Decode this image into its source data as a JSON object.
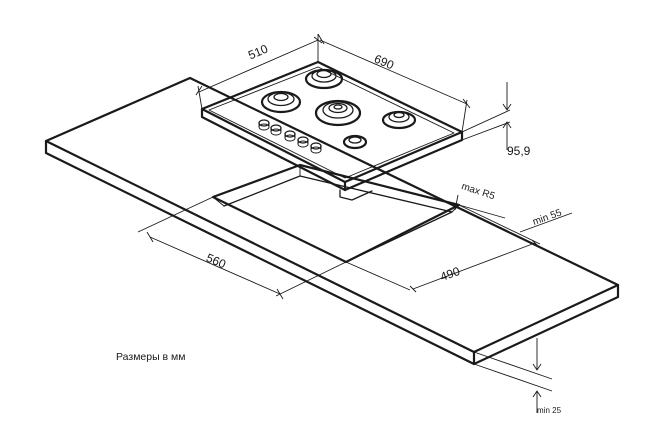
{
  "diagram": {
    "caption": "Размеры в мм",
    "dimensions": {
      "hob_depth": "510",
      "hob_width": "690",
      "hob_height": "95,9",
      "cutout_width": "560",
      "cutout_depth": "490",
      "corner_radius": "max R5",
      "edge_distance": "min 55",
      "countertop_thickness": "min 25"
    }
  }
}
